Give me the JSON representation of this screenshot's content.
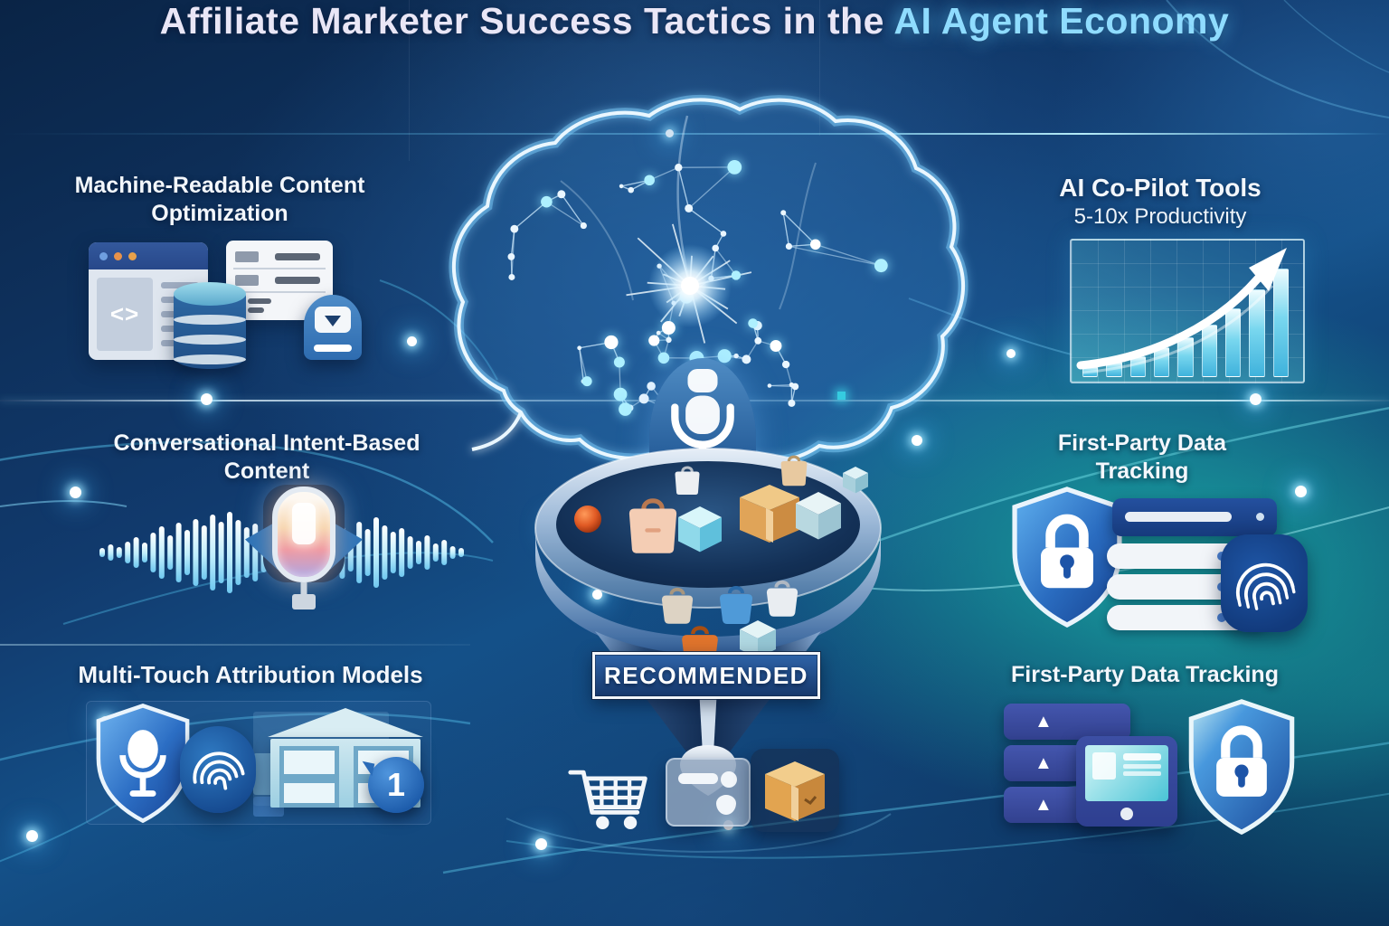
{
  "title": {
    "prefix": "Affiliate Marketer Success Tactics in the",
    "highlight": "AI Agent Economy"
  },
  "sections": {
    "machine_readable": {
      "line1": "Machine-Readable Content",
      "line2": "Optimization"
    },
    "ai_copilot": {
      "line1": "AI Co-Pilot Tools",
      "line2": "5-10x Productivity"
    },
    "conversational": {
      "line1": "Conversational Intent-Based",
      "line2": "Content"
    },
    "first_party_mid": {
      "line1": "First-Party Data",
      "line2": "Tracking"
    },
    "multi_touch": {
      "label": "Multi-Touch Attribution Models",
      "badge": "1"
    },
    "first_party_bottom": {
      "label": "First-Party Data Tracking"
    }
  },
  "funnel": {
    "badge": "RECOMMENDED"
  },
  "icons": {
    "code_glyph": "<>",
    "server_arrow": "▲"
  },
  "chart_data": {
    "type": "bar",
    "title": "AI Co-Pilot Tools productivity growth (unlabeled decorative chart)",
    "categories": [
      "1",
      "2",
      "3",
      "4",
      "5",
      "6",
      "7",
      "8",
      "9"
    ],
    "values": [
      7,
      11,
      15,
      22,
      30,
      40,
      53,
      68,
      85
    ],
    "xlabel": "",
    "ylabel": "",
    "ylim": [
      0,
      100
    ],
    "grid": true,
    "legend": false,
    "annotations": [
      "white upward curved trend arrow"
    ]
  },
  "colors": {
    "accent_cyan": "#8fdcff",
    "teal_glow": "#19a8a2",
    "deep_navy": "#0a2446",
    "shield_blue": "#1d54a8",
    "package_tan": "#e2a955"
  }
}
